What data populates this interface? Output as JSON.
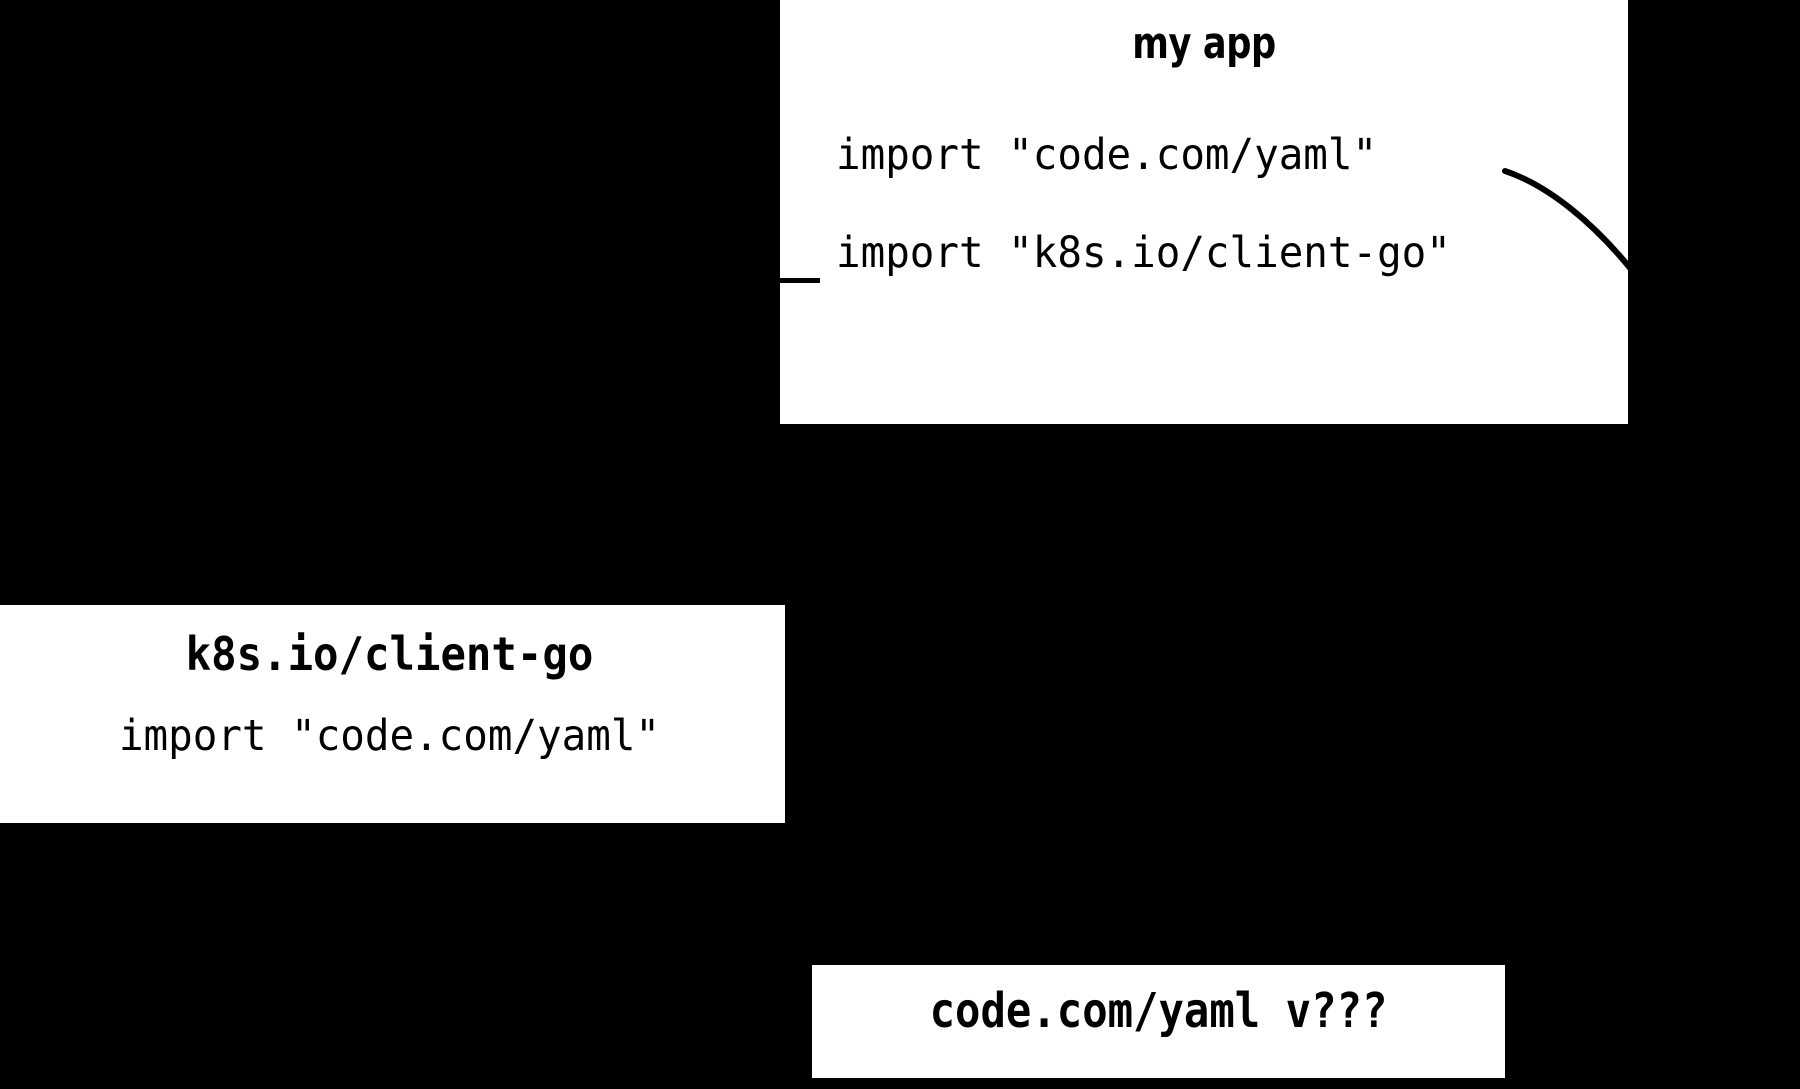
{
  "diagram": {
    "background_color": "#000000",
    "panel_color": "#ffffff",
    "ink_color": "#000000"
  },
  "app_panel": {
    "title": "my app",
    "lines": [
      "import \"code.com/yaml\"",
      "import \"k8s.io/client-go\""
    ]
  },
  "client_go_panel": {
    "title": "k8s.io/client-go",
    "lines": [
      "import \"code.com/yaml\""
    ]
  },
  "yaml_panel": {
    "title": "code.com/yaml v???"
  },
  "edges": [
    {
      "name": "yaml-import-curve",
      "from": "app_panel.lines.0",
      "to": "panel-right-edge",
      "style": "curve"
    },
    {
      "name": "client-go-import-dash",
      "from": "app_panel.lines.1",
      "to": "panel-left-edge",
      "style": "dash"
    }
  ]
}
